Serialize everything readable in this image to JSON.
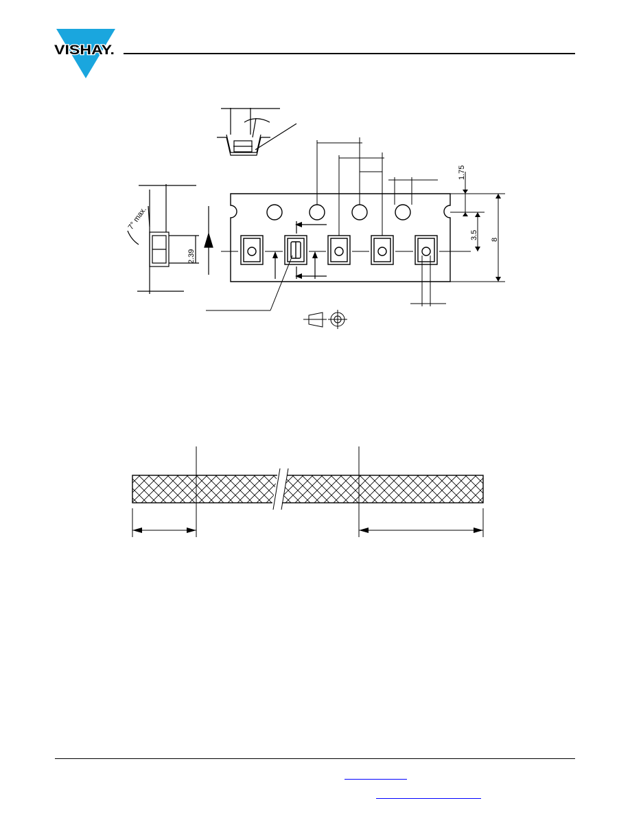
{
  "header": {
    "logo_text": "VISHAY."
  },
  "tape_drawing": {
    "dimensions": {
      "sprocket_offset": "1.75",
      "pocket_center": "3.5",
      "tape_width": "8",
      "component_height": "2.39",
      "draft_angle": "7° max."
    }
  },
  "colors": {
    "line": "#000000",
    "background": "#ffffff",
    "link_underline": "#0000ff"
  }
}
